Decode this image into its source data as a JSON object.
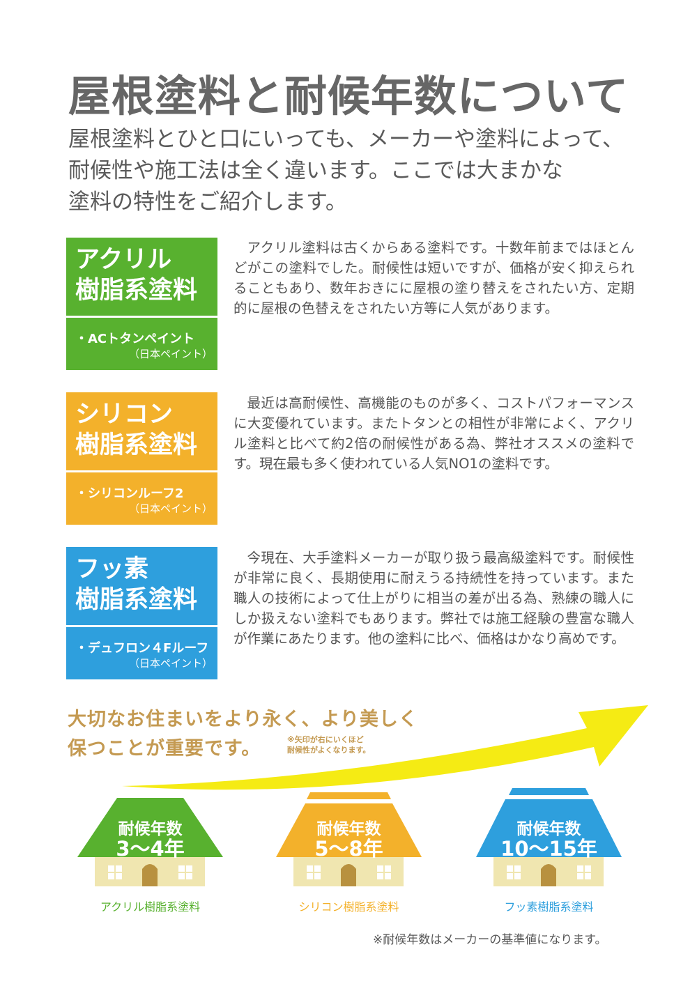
{
  "title": "屋根塗料と耐候年数について",
  "intro": [
    "屋根塗料とひと口にいっても、メーカーや塗料によって、",
    "耐候性や施工法は全く違います。ここでは大まかな",
    "塗料の特性をご紹介します。"
  ],
  "paints": [
    {
      "name_line1": "アクリル",
      "name_line2": "樹脂系塗料",
      "product": "・ACトタンペイント",
      "maker": "（日本ペイント）",
      "color": "#58b12f",
      "description": "アクリル塗料は古くからある塗料です。十数年前まではほとんどがこの塗料でした。耐候性は短いですが、価格が安く抑えられることもあり、数年おきにに屋根の塗り替えをされたい方、定期的に屋根の色替えをされたい方等に人気があります。"
    },
    {
      "name_line1": "シリコン",
      "name_line2": "樹脂系塗料",
      "product": "・シリコンルーフ2",
      "maker": "（日本ペイント）",
      "color": "#f3b12b",
      "description": "最近は高耐候性、高機能のものが多く、コストパフォーマンスに大変優れています。またトタンとの相性が非常によく、アクリル塗料と比べて約2倍の耐候性がある為、弊社オススメの塗料です。現在最も多く使われている人気NO1の塗料です。"
    },
    {
      "name_line1": "フッ素",
      "name_line2": "樹脂系塗料",
      "product": "・デュフロン４Fルーフ",
      "maker": "（日本ペイント）",
      "color": "#2e9fdd",
      "description": "今現在、大手塗料メーカーが取り扱う最高級塗料です。耐候性が非常に良く、長期使用に耐えうる持続性を持っています。また職人の技術によって仕上がりに相当の差が出る為、熟練の職人にしか扱えない塗料でもあります。弊社では施工経験の豊富な職人が作業にあたります。他の塗料に比べ、価格はかなり高めです。"
    }
  ],
  "tagline_line1": "大切なお住まいをより永く、より美しく",
  "tagline_line2": "保つことが重要です。",
  "arrow_note_line1": "※矢印が右にいくほど",
  "arrow_note_line2": "耐候性がよくなります。",
  "houses": [
    {
      "label": "耐候年数",
      "years": "3〜4年",
      "caption": "アクリル樹脂系塗料",
      "color": "#58b12f"
    },
    {
      "label": "耐候年数",
      "years": "5〜8年",
      "caption": "シリコン樹脂系塗料",
      "color": "#f3b12b"
    },
    {
      "label": "耐候年数",
      "years": "10〜15年",
      "caption": "フッ素樹脂系塗料",
      "color": "#2e9fdd"
    }
  ],
  "footnote": "※耐候年数はメーカーの基準値になります。",
  "colors": {
    "arrow": "#f5eb14",
    "tagline": "#c49a52",
    "house_wall": "#f0e6b0",
    "door": "#b8913f"
  }
}
